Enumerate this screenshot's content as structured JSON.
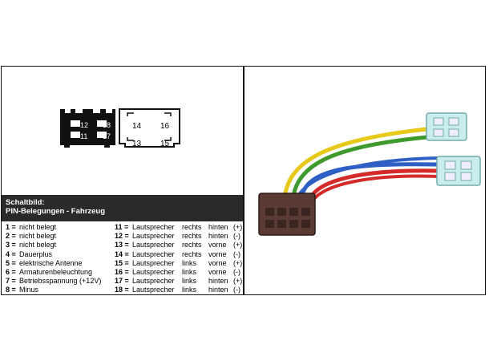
{
  "connector_diagram": {
    "left_block_pins": [
      "12",
      "18",
      "11",
      "17"
    ],
    "right_block_pins": [
      "14",
      "16",
      "13",
      "15"
    ]
  },
  "caption": {
    "line1": "Schaltbild:",
    "line2": "PIN-Belegungen - Fahrzeug"
  },
  "left_pins": [
    {
      "num": "1 =",
      "desc": "nicht belegt"
    },
    {
      "num": "2 =",
      "desc": "nicht belegt"
    },
    {
      "num": "3 =",
      "desc": "nicht belegt"
    },
    {
      "num": "4 =",
      "desc": "Dauerplus"
    },
    {
      "num": "5 =",
      "desc": "elektrische Antenne"
    },
    {
      "num": "6 =",
      "desc": "Armaturenbeleuchtung"
    },
    {
      "num": "7 =",
      "desc": "Betriebsspannung (+12V)"
    },
    {
      "num": "8 =",
      "desc": "Minus"
    }
  ],
  "right_pins": [
    {
      "num": "11 =",
      "desc": "Lautsprecher",
      "side": "rechts",
      "pos": "hinten",
      "sig": "(+)"
    },
    {
      "num": "12 =",
      "desc": "Lautsprecher",
      "side": "rechts",
      "pos": "hinten",
      "sig": "(-)"
    },
    {
      "num": "13 =",
      "desc": "Lautsprecher",
      "side": "rechts",
      "pos": "vorne",
      "sig": "(+)"
    },
    {
      "num": "14 =",
      "desc": "Lautsprecher",
      "side": "rechts",
      "pos": "vorne",
      "sig": "(-)"
    },
    {
      "num": "15 =",
      "desc": "Lautsprecher",
      "side": "links",
      "pos": "vorne",
      "sig": "(+)"
    },
    {
      "num": "16 =",
      "desc": "Lautsprecher",
      "side": "links",
      "pos": "vorne",
      "sig": "(-)"
    },
    {
      "num": "17 =",
      "desc": "Lautsprecher",
      "side": "links",
      "pos": "hinten",
      "sig": "(+)"
    },
    {
      "num": "18 =",
      "desc": "Lautsprecher",
      "side": "links",
      "pos": "hinten",
      "sig": "(-)"
    }
  ],
  "colors": {
    "wire_yellow": "#e7c919",
    "wire_green": "#3f9a2e",
    "wire_blue": "#2d5fc4",
    "wire_red": "#d52a2a",
    "connector_body": "#c9ecec",
    "iso_plug": "#5a3b34"
  }
}
